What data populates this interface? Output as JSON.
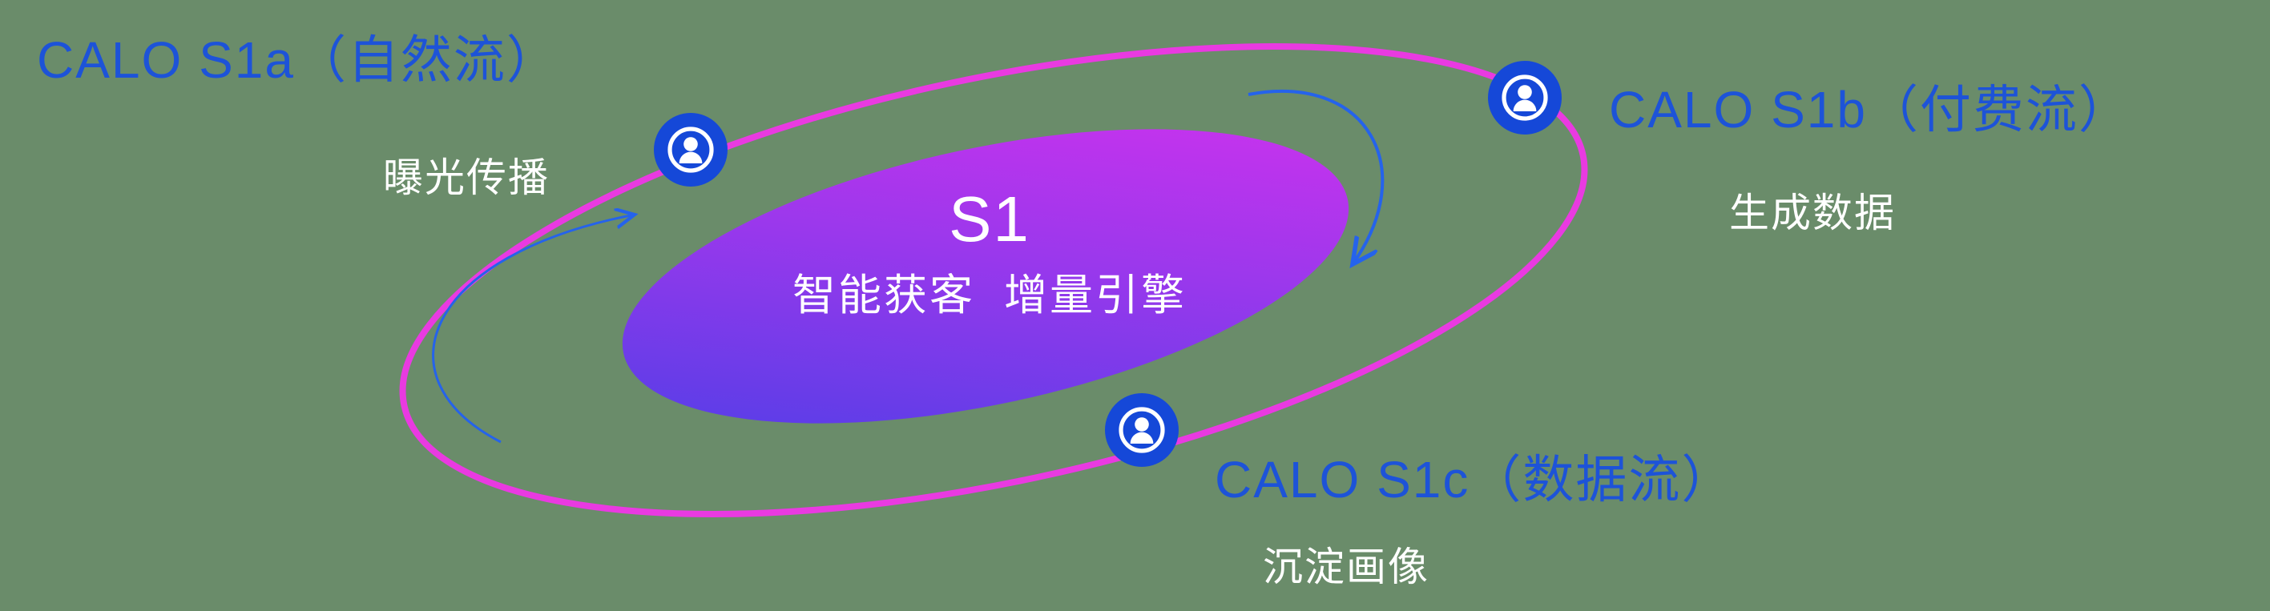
{
  "diagram": {
    "core": {
      "title": "S1",
      "subtitle": "智能获客  增量引擎"
    },
    "nodes": [
      {
        "id": "calo-s1a",
        "label": "CALO S1a（自然流）",
        "caption": "曝光传播",
        "icon": "user-icon"
      },
      {
        "id": "calo-s1b",
        "label": "CALO S1b（付费流）",
        "caption": "生成数据",
        "icon": "user-icon"
      },
      {
        "id": "calo-s1c",
        "label": "CALO S1c（数据流）",
        "caption": "沉淀画像",
        "icon": "user-icon"
      }
    ],
    "colors": {
      "background": "#6a8c6a",
      "label_blue": "#1d53d8",
      "orbit_pink": "#e93ae1",
      "core_gradient_start": "#4a3fe6",
      "core_gradient_end": "#d531ee",
      "icon_blue": "#1548d8",
      "arrow_blue": "#2563eb",
      "text_white": "#ffffff"
    }
  }
}
